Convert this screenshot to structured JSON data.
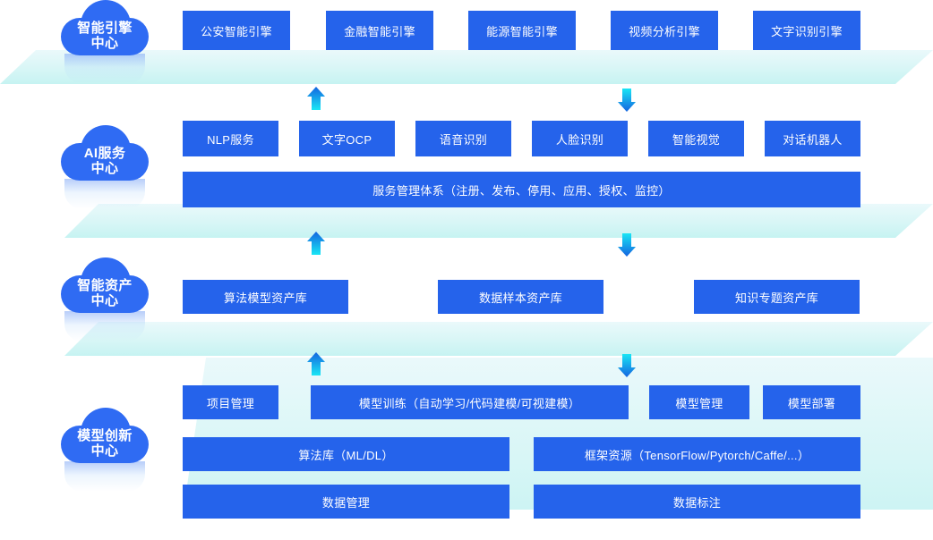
{
  "theme": {
    "box_blue": "#2563eb",
    "cloud_blue": "#2f6bf3",
    "slab_cyan": "#d8f6f6",
    "arrow_top": "#19e6f5",
    "arrow_bottom": "#1464e0",
    "background": "#ffffff"
  },
  "sections": [
    {
      "cloud": {
        "line1": "智能引擎",
        "line2": "中心"
      },
      "boxes": [
        {
          "label": "公安智能引擎"
        },
        {
          "label": "金融智能引擎"
        },
        {
          "label": "能源智能引擎"
        },
        {
          "label": "视频分析引擎"
        },
        {
          "label": "文字识别引擎"
        }
      ]
    },
    {
      "cloud": {
        "line1": "AI服务",
        "line2": "中心"
      },
      "boxes": [
        {
          "label": "NLP服务"
        },
        {
          "label": "文字OCP"
        },
        {
          "label": "语音识别"
        },
        {
          "label": "人脸识别"
        },
        {
          "label": "智能视觉"
        },
        {
          "label": "对话机器人"
        }
      ],
      "wide_box": {
        "label": "服务管理体系（注册、发布、停用、应用、授权、监控）"
      }
    },
    {
      "cloud": {
        "line1": "智能资产",
        "line2": "中心"
      },
      "boxes": [
        {
          "label": "算法模型资产库"
        },
        {
          "label": "数据样本资产库"
        },
        {
          "label": "知识专题资产库"
        }
      ]
    },
    {
      "cloud": {
        "line1": "模型创新",
        "line2": "中心"
      },
      "row1": [
        {
          "label": "项目管理"
        },
        {
          "label": "模型训练（自动学习/代码建模/可视建模）"
        },
        {
          "label": "模型管理"
        },
        {
          "label": "模型部署"
        }
      ],
      "row2": [
        {
          "label": "算法库（ML/DL）"
        },
        {
          "label": "框架资源（TensorFlow/Pytorch/Caffe/...）"
        }
      ],
      "row3": [
        {
          "label": "数据管理"
        },
        {
          "label": "数据标注"
        }
      ]
    }
  ],
  "arrows": [
    {
      "name": "arrow-up-1",
      "direction": "up"
    },
    {
      "name": "arrow-down-1",
      "direction": "down"
    },
    {
      "name": "arrow-up-2",
      "direction": "up"
    },
    {
      "name": "arrow-down-2",
      "direction": "down"
    },
    {
      "name": "arrow-up-3",
      "direction": "up"
    },
    {
      "name": "arrow-down-3",
      "direction": "down"
    }
  ]
}
